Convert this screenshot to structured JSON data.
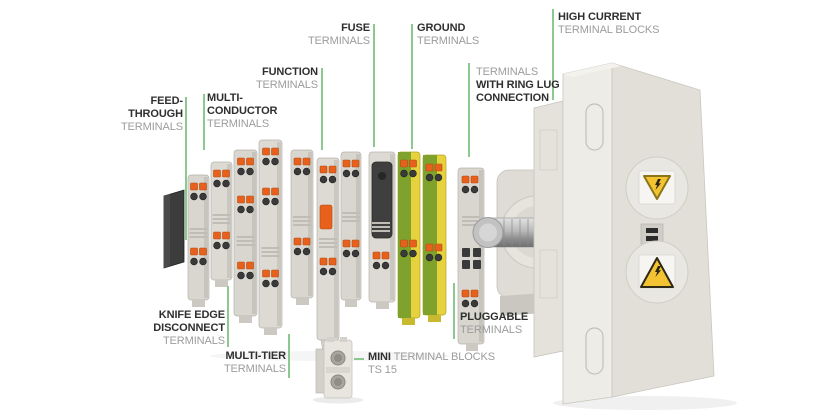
{
  "figure_type": "terminal-block-product-overview",
  "labels": {
    "feed_through": {
      "bold1": "FEED-",
      "bold2": "THROUGH",
      "muted": "TERMINALS"
    },
    "multi_conductor": {
      "bold1": "MULTI-",
      "bold2": "CONDUCTOR",
      "muted": "TERMINALS"
    },
    "function": {
      "bold1": "FUNCTION",
      "muted": "TERMINALS"
    },
    "fuse": {
      "bold1": "FUSE",
      "muted": "TERMINALS"
    },
    "ground": {
      "bold1": "GROUND",
      "muted": "TERMINALS"
    },
    "ring_lug": {
      "muted": "TERMINALS",
      "bold1": "WITH RING LUG",
      "bold2": "CONNECTION"
    },
    "high_current": {
      "bold1": "HIGH CURRENT",
      "muted": "TERMINAL BLOCKS"
    },
    "knife_edge": {
      "bold1": "KNIFE EDGE",
      "bold2": "DISCONNECT",
      "muted": "TERMINALS"
    },
    "multi_tier": {
      "bold1": "MULTI-TIER",
      "muted": "TERMINALS"
    },
    "mini": {
      "bold1": "MINI",
      "muted1": " TERMINAL BLOCKS",
      "muted2": "TS 15"
    },
    "pluggable": {
      "bold1": "PLUGGABLE",
      "muted": "TERMINALS"
    }
  },
  "icons": {
    "upper_badge": "warning-triangle-down-icon (high-voltage lightning bolt)",
    "lower_badge": "warning-triangle-up-icon (high-voltage lightning bolt)"
  },
  "colors": {
    "accent_green_callout": "#8cc88f",
    "label_text_dark": "#2f2f2f",
    "label_text_muted": "#9c9c9c",
    "clamp_orange": "#e8611c",
    "ground_terminal_green": "#7fa22c",
    "ground_terminal_yellow": "#e6d23c",
    "warning_yellow": "#f3c332",
    "housing_gray": "#d8d6cf",
    "background": "#ffffff"
  }
}
